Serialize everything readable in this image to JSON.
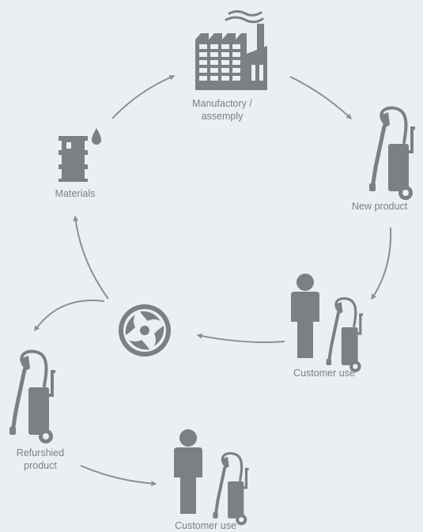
{
  "colors": {
    "background": "#eceff1",
    "icon": "#7a8084",
    "arrow": "#8a9094",
    "text": "#7a8084"
  },
  "nodes": {
    "manufactory": {
      "label_line1": "Manufactory /",
      "label_line2": "assemply",
      "icon": "factory-icon"
    },
    "new_product": {
      "label": "New product",
      "icon": "pressure-washer-icon"
    },
    "customer_use_1": {
      "label": "Customer use",
      "icon": "person-with-pressure-washer-icon"
    },
    "recycling": {
      "icon": "circular-economy-icon"
    },
    "materials": {
      "label": "Materials",
      "icon": "oil-barrel-icon"
    },
    "refurbished_product": {
      "label_line1": "Refurshied",
      "label_line2": "product",
      "icon": "pressure-washer-icon"
    },
    "customer_use_2": {
      "label": "Customer use",
      "icon": "person-with-pressure-washer-icon"
    }
  }
}
